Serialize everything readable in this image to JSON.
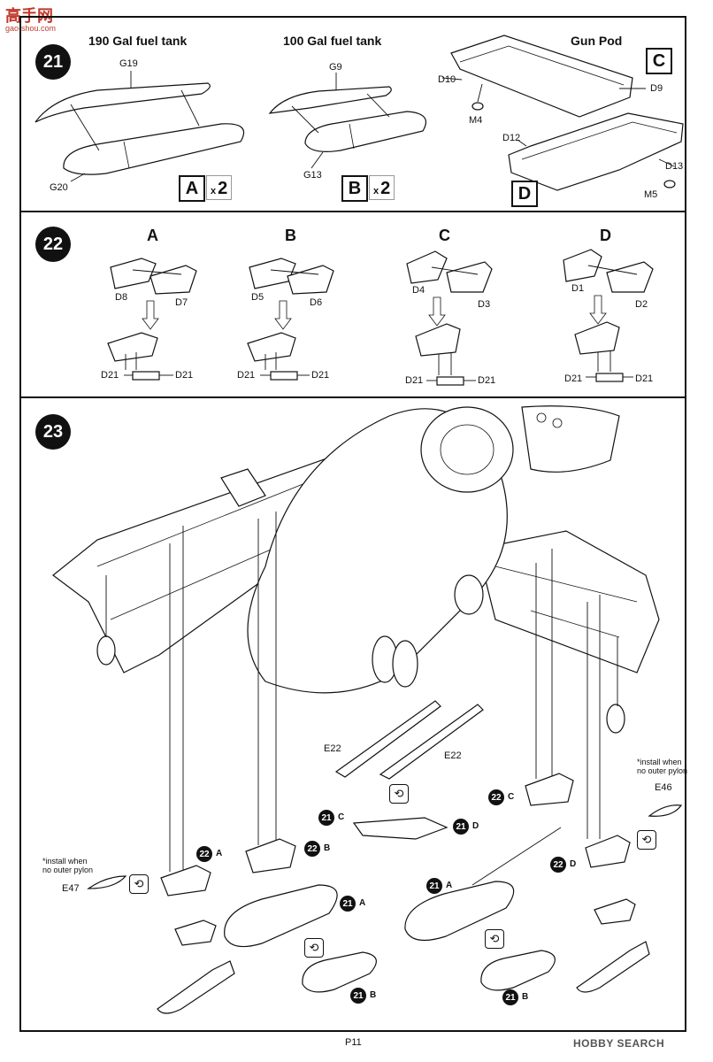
{
  "watermark": {
    "text": "高手网",
    "sub": "gao-shou.com"
  },
  "steps": [
    "21",
    "22",
    "23"
  ],
  "step21": {
    "tank190": {
      "title": "190 Gal fuel tank",
      "parts": [
        "G19",
        "G20"
      ],
      "box": "A",
      "qty_prefix": "x",
      "qty": "2"
    },
    "tank100": {
      "title": "100 Gal fuel tank",
      "parts": [
        "G9",
        "G13"
      ],
      "box": "B",
      "qty_prefix": "x",
      "qty": "2"
    },
    "gunpod": {
      "title": "Gun Pod",
      "parts_c": [
        "D10",
        "D9",
        "M4"
      ],
      "box_c": "C",
      "parts_d": [
        "D12",
        "D13",
        "M5"
      ],
      "box_d": "D"
    }
  },
  "step22": {
    "variants": [
      {
        "head": "A",
        "p1": "D8",
        "p2": "D7",
        "pin": "D21"
      },
      {
        "head": "B",
        "p1": "D5",
        "p2": "D6",
        "pin": "D21"
      },
      {
        "head": "C",
        "p1": "D4",
        "p2": "D3",
        "pin": "D21"
      },
      {
        "head": "D",
        "p1": "D1",
        "p2": "D2",
        "pin": "D21"
      }
    ]
  },
  "step23": {
    "strakes": [
      "E22",
      "E22"
    ],
    "note_left": "*install when\nno outer pylon",
    "note_right": "*install when\nno outer pylon",
    "part_left": "E47",
    "part_right": "E46",
    "refs": {
      "r22c": {
        "num": "22",
        "sfx": "C"
      },
      "r21c": {
        "num": "21",
        "sfx": "C"
      },
      "r21d": {
        "num": "21",
        "sfx": "D"
      },
      "r22a": {
        "num": "22",
        "sfx": "A"
      },
      "r22b": {
        "num": "22",
        "sfx": "B"
      },
      "r21a_l": {
        "num": "21",
        "sfx": "A"
      },
      "r21b_l": {
        "num": "21",
        "sfx": "B"
      },
      "r21a_r": {
        "num": "21",
        "sfx": "A"
      },
      "r21b_r": {
        "num": "21",
        "sfx": "B"
      },
      "r22d": {
        "num": "22",
        "sfx": "D"
      }
    }
  },
  "footer": {
    "page": "P11",
    "brand": "HOBBY SEARCH"
  }
}
